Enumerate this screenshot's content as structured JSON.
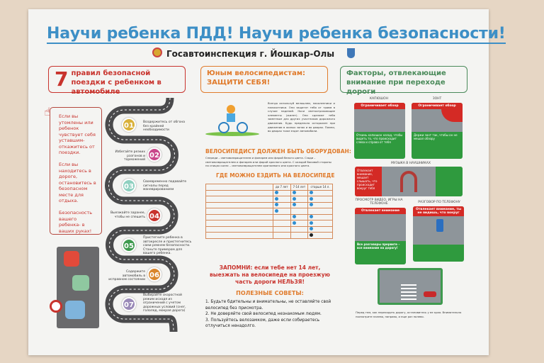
{
  "header": {
    "title": "Научи ребенка ПДД! Научи ребенка безопасности!",
    "subtitle": "Госавтоинспекция г. Йошкар-Олы"
  },
  "sections": {
    "car": {
      "num": "7",
      "title": "правил безопасной поездки с ребенком в автомобиле",
      "color": "#c8332d"
    },
    "bike": {
      "title1": "Юным велосипедистам:",
      "title2": "ЗАЩИТИ СЕБЯ!",
      "color": "#e07b2c"
    },
    "factors": {
      "title": "Факторы, отвлекающие внимание при переходе дороги",
      "color": "#4a8a5a"
    }
  },
  "warning_box": {
    "p1": "Если вы утомлены или ребенок чувствует себя уставшим- откажитесь от поездки.",
    "p2": "Если вы находитесь в дороге, остановитесь в безопасном месте для отдыха.",
    "p3": "Безопасность вашего ребенка- в ваших руках!"
  },
  "rules": [
    {
      "num": "01",
      "color": "#d9b13a",
      "text": "Воздержитесь от обгона без крайней необходимости"
    },
    {
      "num": "02",
      "color": "#c9478a",
      "text": "Избегайте резких разгонов и торможений"
    },
    {
      "num": "03",
      "color": "#8fd0c0",
      "text": "Своевременно подавайте сигналы перед маневрированием"
    },
    {
      "num": "04",
      "color": "#c8332d",
      "text": "Выезжайте заранее, чтобы не спешить"
    },
    {
      "num": "05",
      "color": "#3f9a4f",
      "text": "Пристегните ребенка в автокресле и пристегнитесь сами ремнем безопасности. Станьте примером для вашего ребенка."
    },
    {
      "num": "06",
      "color": "#d9862c",
      "text": "Содержите автомобиль в исправном состоянии"
    },
    {
      "num": "07",
      "color": "#9a8ab8",
      "text": "Выбирайте скоростной режим исходя из ограничений с учетом дорожных условий (снег, гололед, мокрая дорога)"
    }
  ],
  "bike": {
    "intro": "Всегда используй велошлем, наколенники и налокотники. Они защитят тебя от травм в случае падений. Носи светоотражающие элементы (жилет). Они сделают тебя заметным для других участников дорожного движения. Будь предельно осторожен при движении в жилых зонах и во дворах. Помни, во дворах тоже ездят автомобили.",
    "equip_title": "ВЕЛОСИПЕДИСТ ДОЛЖЕН БЫТЬ ОБОРУДОВАН:",
    "equip_text": "Спереди – световозвращателем и фонарем или фарой белого цвета. Сзади – световозвращателем и фонарем или фарой красного цвета. С каждой боковой стороны на спицах колес – световозвращателем оранжевого или красного цвета.",
    "where_title": "ГДЕ МОЖНО ЕЗДИТЬ НА ВЕЛОСИПЕДЕ",
    "table_headers": [
      "до 7 лет",
      "7-14 лет",
      "старше 14 л."
    ],
    "remember": "ЗАПОМНИ: если тебе нет 14 лет, выезжать на велосипеде на проезжую часть дороги НЕЛЬЗЯ!",
    "tips_title": "ПОЛЕЗНЫЕ СОВЕТЫ:",
    "tips": [
      "1. Будьте бдительны и внимательны, не оставляйте свой велосипед без присмотра.",
      "2. Не доверяйте свой велосипед незнакомым людям.",
      "3. Пользуйтесь велозамком, даже если собираетесь отлучиться ненадолго."
    ]
  },
  "factors": {
    "hood": {
      "label": "КАПЮШОН",
      "head": "Ограничивает обзор",
      "foot": "Откинь капюшон назад, чтобы видеть то, что происходит слева и справа от тебя"
    },
    "umbrella": {
      "label": "ЗОНТ",
      "head": "Ограничивает обзор",
      "foot": "Держи зонт так, чтобы он не мешал обзору"
    },
    "music": {
      "label": "МУЗЫКА В НАУШНИКАХ",
      "left": "Отвлекает внимание, мешает слышать, что происходит вокруг тебя"
    },
    "video": {
      "label": "ПРОСМОТР ВИДЕО, ИГРЫ НА ТЕЛЕФОНЕ",
      "head": "Отвлекает внимание",
      "foot": "Все разговоры прервите – все внимание на дорогу!"
    },
    "phone": {
      "label": "РАЗГОВОР ПО ТЕЛЕФОНУ",
      "head": "Отвлекает внимание, ты не видишь, что вокруг"
    },
    "note": "Перед тем, как переходить дорогу, остановитесь у ее края. Внимательно посмотрите налево, направо, и еще раз налево."
  }
}
